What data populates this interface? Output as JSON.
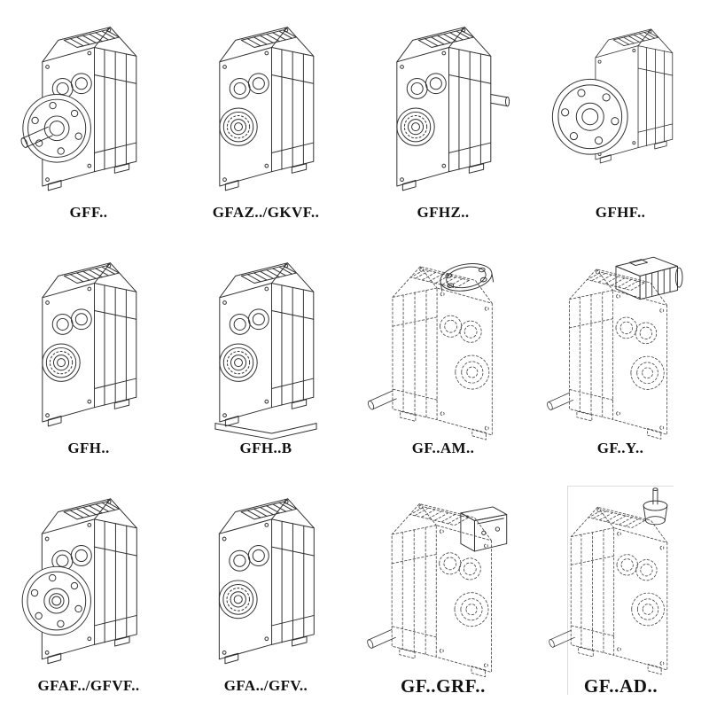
{
  "page": {
    "background": "#ffffff",
    "line_color": "#2f2f2f",
    "dashed_line_color": "#4a4a4a",
    "description": "Catalog sheet of parallel-shaft helical gear unit variants, 12 isometric technical line drawings with model codes"
  },
  "cells": [
    {
      "label": "GFF..",
      "drawing": "gearbox-with-output-flange-and-solid-shaft"
    },
    {
      "label": "GFAZ../GKVF..",
      "drawing": "gearbox-hollow-shaft-with-bearing-face"
    },
    {
      "label": "GFHZ..",
      "drawing": "gearbox-with-bearing-face-and-side-shaft-stub"
    },
    {
      "label": "GFHF..",
      "drawing": "gearbox-with-large-front-mounting-flange"
    },
    {
      "label": "GFH..",
      "drawing": "gearbox-hollow-shaft-shrink-disc"
    },
    {
      "label": "GFH..B",
      "drawing": "gearbox-hollow-shaft-on-base-plate"
    },
    {
      "label": "GF..AM..",
      "drawing": "phantom-gearbox-with-top-input-flange"
    },
    {
      "label": "GF..Y..",
      "drawing": "phantom-gearbox-with-mounted-motor"
    },
    {
      "label": "GFAF../GFVF..",
      "drawing": "gearbox-with-output-flange-hollow-shaft"
    },
    {
      "label": "GFA../GFV..",
      "drawing": "gearbox-hollow-shaft-with-bearing-face"
    },
    {
      "label": "GF..GRF..",
      "drawing": "phantom-gearbox-with-side-mounted-unit"
    },
    {
      "label": "GF..AD..",
      "drawing": "phantom-gearbox-with-input-shaft-adapter"
    }
  ]
}
